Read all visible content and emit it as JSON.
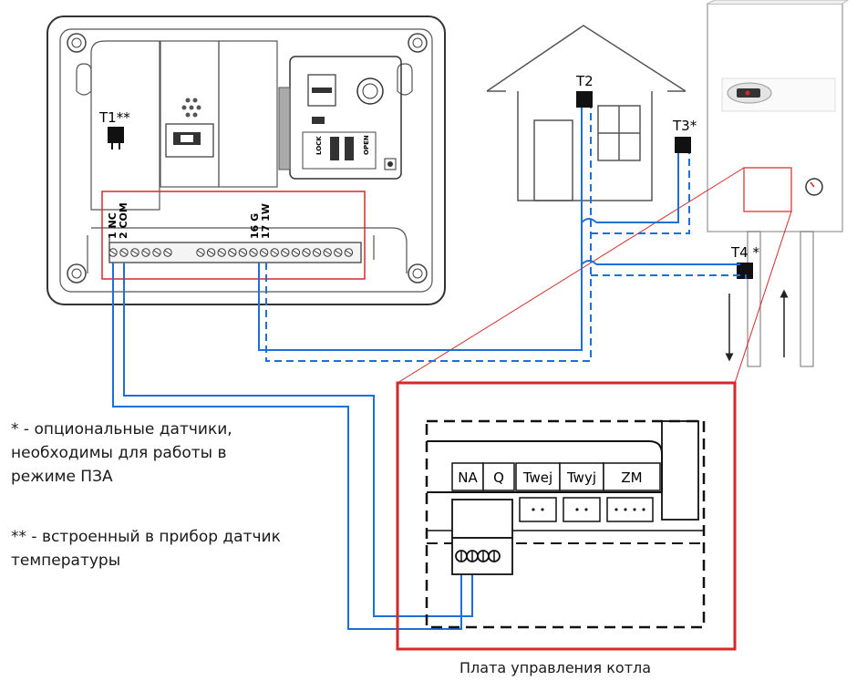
{
  "sensors": {
    "t1": "T1**",
    "t2": "T2",
    "t3": "T3*",
    "t4": "T4 *"
  },
  "terminals": {
    "nc": "1 NC",
    "com": "2 COM",
    "g": "16 G",
    "w": "17 1W"
  },
  "board_slots": [
    "NA",
    "Q",
    "Twej",
    "Twyj",
    "ZM"
  ],
  "board_pins": [
    "• •",
    "• •",
    "• • • •"
  ],
  "device_labels": {
    "lock": "LOCK",
    "open": "OPEN"
  },
  "notes": {
    "optional": "* - опциональные датчики, необходимы для работы в режиме ПЗА",
    "builtin": "** - встроенный в прибор датчик температуры"
  },
  "caption": "Плата управления котла",
  "colors": {
    "wire": "#1e6fd9",
    "highlight": "#d62828",
    "outline": "#333333"
  }
}
